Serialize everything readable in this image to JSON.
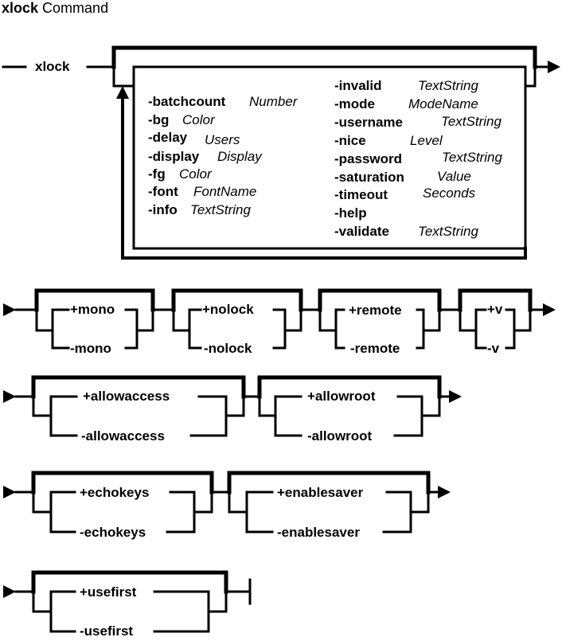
{
  "title": {
    "command": "xlock",
    "word": "Command"
  },
  "command_name": "xlock",
  "options_left": [
    {
      "flag": "-batchcount",
      "arg": "Number"
    },
    {
      "flag": "-bg",
      "arg": "Color"
    },
    {
      "flag": "-delay",
      "arg": "Users"
    },
    {
      "flag": "-display",
      "arg": "Display"
    },
    {
      "flag": "-fg",
      "arg": "Color"
    },
    {
      "flag": "-font",
      "arg": "FontName"
    },
    {
      "flag": "-info",
      "arg": "TextString"
    }
  ],
  "options_right": [
    {
      "flag": "-invalid",
      "arg": "TextString"
    },
    {
      "flag": "-mode",
      "arg": "ModeName"
    },
    {
      "flag": "-username",
      "arg": "TextString"
    },
    {
      "flag": "-nice",
      "arg": "Level"
    },
    {
      "flag": "-password",
      "arg": "TextString"
    },
    {
      "flag": "-saturation",
      "arg": "Value"
    },
    {
      "flag": "-timeout",
      "arg": "Seconds"
    },
    {
      "flag": "-help",
      "arg": ""
    },
    {
      "flag": "-validate",
      "arg": "TextString"
    }
  ],
  "toggles": {
    "mono": {
      "plus": "+mono",
      "minus": "-mono"
    },
    "nolock": {
      "plus": "+nolock",
      "minus": "-nolock"
    },
    "remote": {
      "plus": "+remote",
      "minus": "-remote"
    },
    "v": {
      "plus": "+v",
      "minus": "-v"
    },
    "allowaccess": {
      "plus": "+allowaccess",
      "minus": "-allowaccess"
    },
    "allowroot": {
      "plus": "+allowroot",
      "minus": "-allowroot"
    },
    "echokeys": {
      "plus": "+echokeys",
      "minus": "-echokeys"
    },
    "enablesaver": {
      "plus": "+enablesaver",
      "minus": "-enablesaver"
    },
    "usefirst": {
      "plus": "+usefirst",
      "minus": "-usefirst"
    }
  }
}
